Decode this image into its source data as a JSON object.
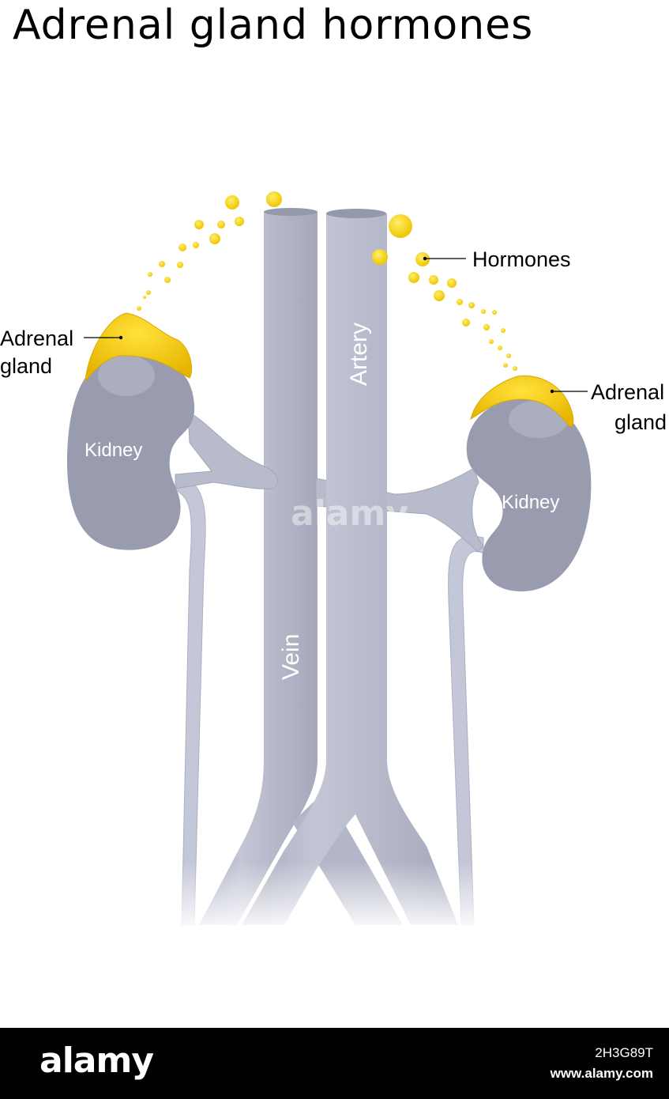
{
  "title": "Adrenal gland hormones",
  "labels": {
    "hormones": "Hormones",
    "adrenal_left": [
      "Adrenal",
      "gland"
    ],
    "adrenal_right": [
      "Adrenal",
      "gland"
    ],
    "kidney_left": "Kidney",
    "kidney_right": "Kidney",
    "artery": "Artery",
    "vein": "Vein"
  },
  "watermark": "alamy",
  "footer": {
    "brand": "alamy",
    "image_id": "2H3G89T",
    "site": "www.alamy.com"
  },
  "colors": {
    "vessel": "#b8bbcb",
    "kidney": "#999cae",
    "gland": "#f2c20a",
    "hormone": "#f5d516"
  }
}
